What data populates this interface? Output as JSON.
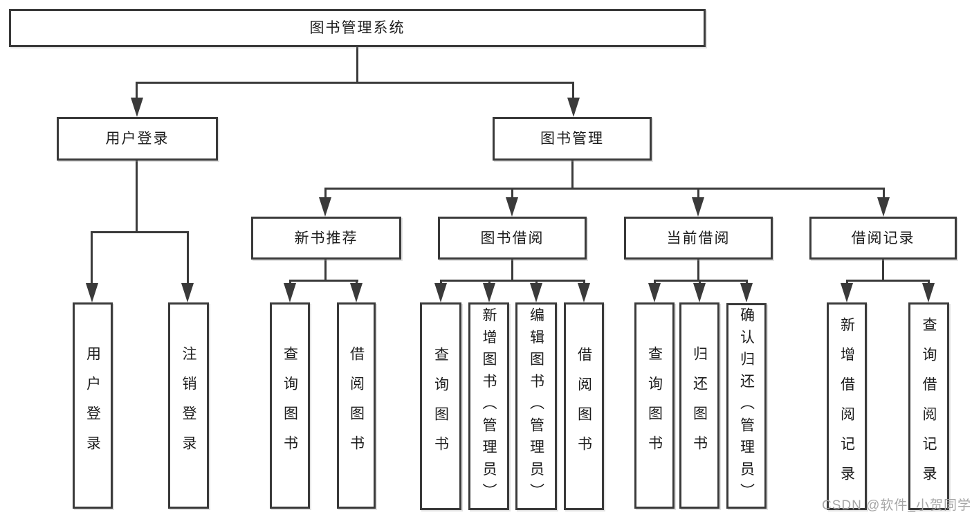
{
  "diagram": {
    "root": {
      "label": "图书管理系统"
    },
    "branches": [
      {
        "label": "用户登录",
        "children": [
          {
            "label": "用户登录"
          },
          {
            "label": "注销登录"
          }
        ]
      },
      {
        "label": "图书管理",
        "children": [
          {
            "label": "新书推荐",
            "children": [
              {
                "label": "查询图书"
              },
              {
                "label": "借阅图书"
              }
            ]
          },
          {
            "label": "图书借阅",
            "children": [
              {
                "label": "查询图书"
              },
              {
                "label": "新增图书（管理员）"
              },
              {
                "label": "编辑图书（管理员）"
              },
              {
                "label": "借阅图书"
              }
            ]
          },
          {
            "label": "当前借阅",
            "children": [
              {
                "label": "查询图书"
              },
              {
                "label": "归还图书"
              },
              {
                "label": "确认归还（管理员）"
              }
            ]
          },
          {
            "label": "借阅记录",
            "children": [
              {
                "label": "新增借阅记录"
              },
              {
                "label": "查询借阅记录"
              }
            ]
          }
        ]
      }
    ]
  },
  "watermark": {
    "text": "CSDN @软件_小贺同学"
  },
  "colors": {
    "line": "#3a3a3a",
    "box_border": "#3a3a3a",
    "box_background": "#ffffff",
    "text": "#1c1c1c",
    "watermark_text": "#a6a6a6",
    "page_background": "#ffffff"
  }
}
